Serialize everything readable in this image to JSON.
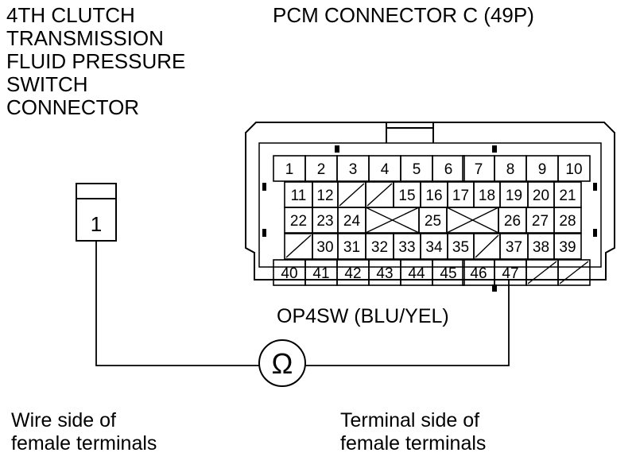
{
  "labels": {
    "switch_connector_title": [
      "4TH CLUTCH",
      "TRANSMISSION",
      "FLUID PRESSURE",
      "SWITCH",
      "CONNECTOR"
    ],
    "pcm_connector_title": "PCM CONNECTOR C (49P)",
    "wire_label": "OP4SW (BLU/YEL)",
    "wire_side_caption": [
      "Wire side of",
      "female terminals"
    ],
    "terminal_side_caption": [
      "Terminal side of",
      "female terminals"
    ]
  },
  "switch_connector": {
    "pin": "1"
  },
  "meter": {
    "symbol": "Ω"
  },
  "pcm_connector": {
    "row1": [
      "1",
      "2",
      "3",
      "4",
      "5",
      "6",
      "7",
      "8",
      "9",
      "10"
    ],
    "row2": [
      "11",
      "12",
      "",
      "",
      "15",
      "16",
      "17",
      "18",
      "19",
      "20",
      "21"
    ],
    "row3": [
      "22",
      "23",
      "24",
      "",
      "25",
      "",
      "26",
      "27",
      "28"
    ],
    "row4": [
      "",
      "30",
      "31",
      "32",
      "33",
      "34",
      "35",
      "",
      "37",
      "38",
      "39"
    ],
    "row5": [
      "40",
      "41",
      "42",
      "43",
      "44",
      "45",
      "46",
      "47",
      "",
      ""
    ]
  }
}
